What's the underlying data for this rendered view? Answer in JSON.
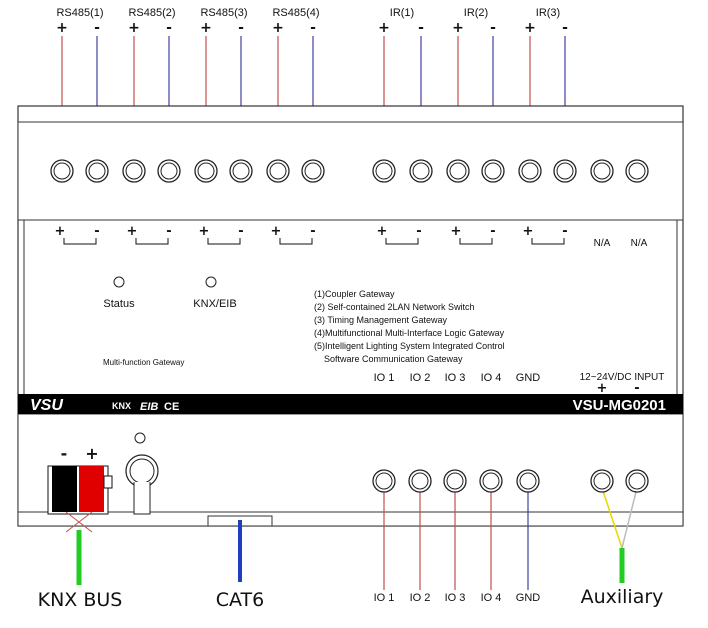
{
  "top_labels": {
    "rs485_1": "RS485(1)",
    "rs485_2": "RS485(2)",
    "rs485_3": "RS485(3)",
    "rs485_4": "RS485(4)",
    "ir_1": "IR(1)",
    "ir_2": "IR(2)",
    "ir_3": "IR(3)"
  },
  "polarity": {
    "plus": "+",
    "minus": "-"
  },
  "panel": {
    "na_1": "N/A",
    "na_2": "N/A",
    "status": "Status",
    "knx_eib": "KNX/EIB",
    "features": [
      "(1)Coupler Gateway",
      "(2) Self-contained 2LAN Network Switch",
      "(3) Timing Management Gateway",
      "(4)Multifunctional Multi-Interface Logic Gateway",
      "(5)Intelligent Lighting System Integrated Control",
      "Software Communication Gateway"
    ],
    "multi_function": "Multi-function Gateway",
    "io_labels": [
      "IO 1",
      "IO 2",
      "IO 3",
      "IO 4",
      "GND"
    ],
    "power_label": "12~24V/DC INPUT"
  },
  "strip": {
    "brand": "VSU",
    "knx_logo": "KNX",
    "eib_logo": "EIB",
    "ce_logo": "CE",
    "model": "VSU-MG0201"
  },
  "bottom_labels": {
    "knx_bus": "KNX BUS",
    "cat6": "CAT6",
    "io": [
      "IO 1",
      "IO 2",
      "IO 3",
      "IO 4",
      "GND"
    ],
    "auxiliary": "Auxiliary"
  },
  "colors": {
    "plus_wire": "#c0504d",
    "minus_wire": "#3f3f9f",
    "cat6": "#1f3fbf",
    "knx_green": "#22cc22",
    "aux_green": "#22cc22",
    "connector_red": "#e00000"
  }
}
